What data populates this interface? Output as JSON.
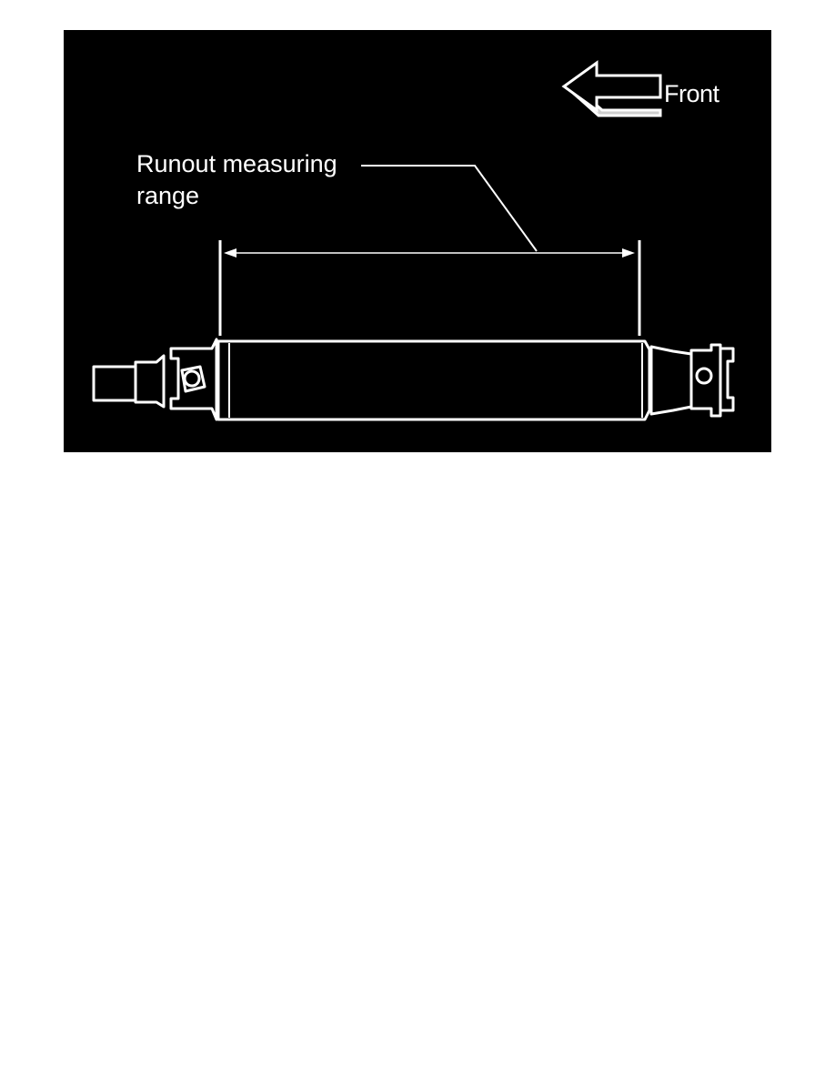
{
  "figure": {
    "background_color": "#000000",
    "line_color": "#ffffff",
    "direction_label": "Front",
    "callout_label_line1": "Runout measuring",
    "callout_label_line2": "range"
  },
  "icons": {
    "direction_arrow": "left-arrow-icon"
  }
}
